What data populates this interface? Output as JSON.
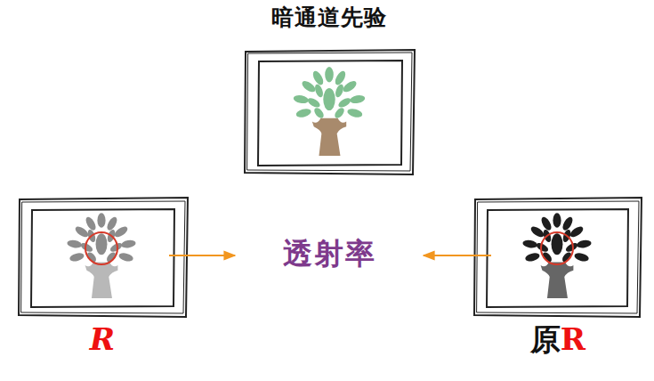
{
  "diagram": {
    "nodes": [
      {
        "text": [
          "暗通道先验"
        ]
      },
      {
        "text": [
          "R"
        ]
      },
      {
        "text": [
          "透射率"
        ]
      },
      {
        "text": [
          "原R"
        ]
      }
    ],
    "edges": [
      {
        "from": 1,
        "to": 2,
        "arrow": "to"
      },
      {
        "from": 3,
        "to": 2,
        "arrow": "to"
      }
    ]
  }
}
